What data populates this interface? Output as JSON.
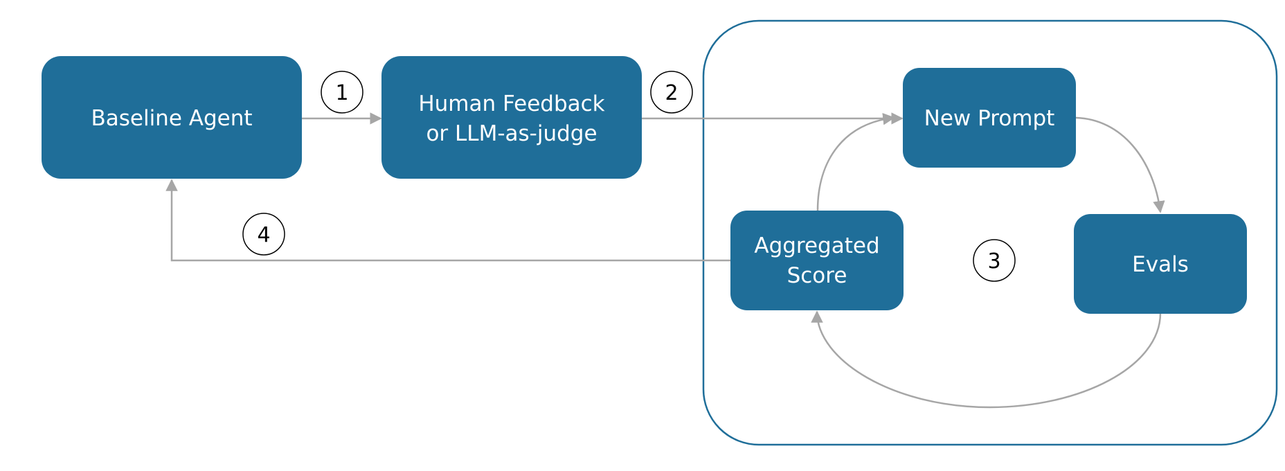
{
  "nodes": {
    "baseline_agent": {
      "label": "Baseline Agent"
    },
    "feedback": {
      "line1": "Human Feedback",
      "line2": "or LLM-as-judge"
    },
    "new_prompt": {
      "label": "New Prompt"
    },
    "aggregated_score": {
      "line1": "Aggregated",
      "line2": "Score"
    },
    "evals": {
      "label": "Evals"
    }
  },
  "steps": {
    "step1": "1",
    "step2": "2",
    "step3": "3",
    "step4": "4"
  },
  "colors": {
    "node_fill": "#1f6e99",
    "node_text": "#ffffff",
    "edge": "#a6a6a6",
    "container_border": "#1f6e99"
  }
}
